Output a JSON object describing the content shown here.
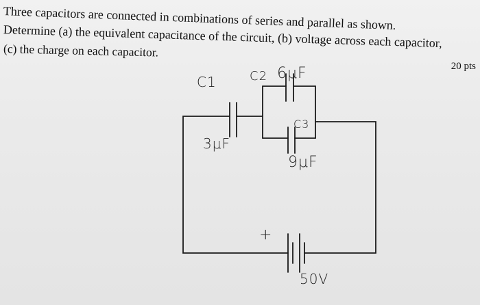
{
  "problem": {
    "line1": "Three capacitors are connected in combinations of series and parallel as shown.",
    "line2": "Determine (a) the equivalent capacitance of the circuit, (b) voltage across each capacitor,",
    "line3": "(c) the charge on each capacitor.",
    "points": "20 pts"
  },
  "circuit": {
    "c1_name": "C1",
    "c1_value": "3μF",
    "c2_name": "C2",
    "c2_value": "6μF",
    "c3_name": "C3",
    "c3_value": "9μF",
    "plus_sign": "+",
    "battery_value": "50V"
  }
}
